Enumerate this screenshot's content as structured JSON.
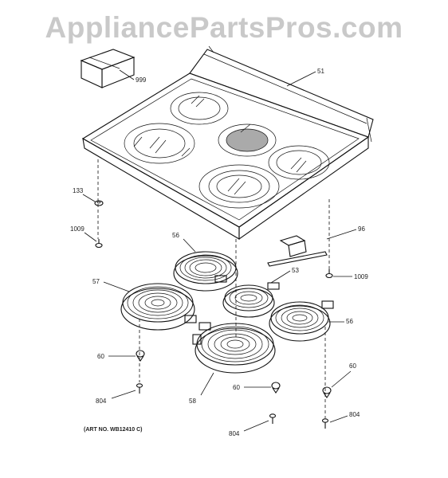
{
  "watermark": "AppliancePartsPros.com",
  "art_number": "(ART NO. WB12410 C)",
  "labels": {
    "p999": "999",
    "p51": "51",
    "p133": "133",
    "p1009a": "1009",
    "p96": "96",
    "p1009b": "1009",
    "p56a": "56",
    "p53": "53",
    "p57": "57",
    "p56b": "56",
    "p60a": "60",
    "p60b": "60",
    "p60c": "60",
    "p58": "58",
    "p804a": "804",
    "p804b": "804",
    "p804c": "804"
  }
}
